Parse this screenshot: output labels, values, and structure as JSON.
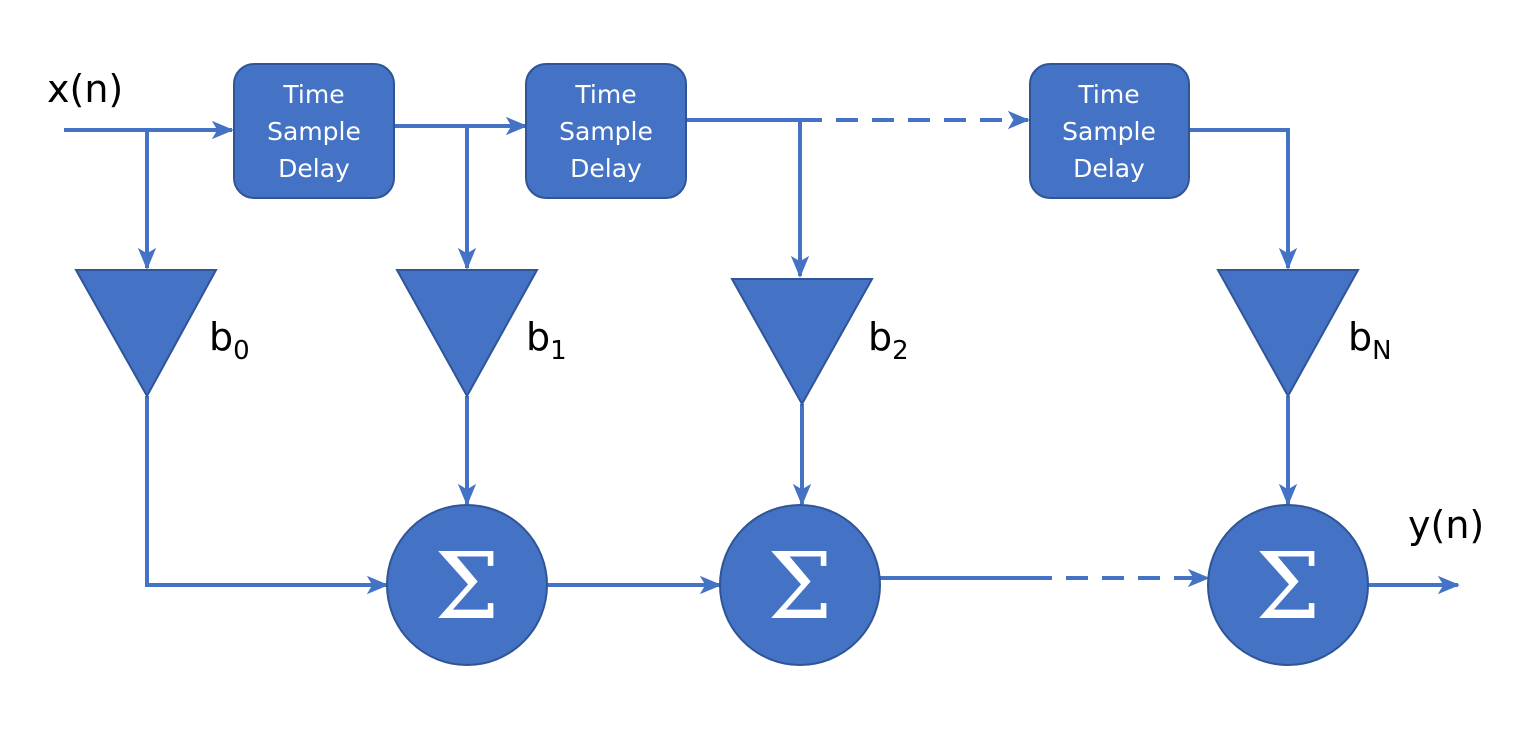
{
  "colors": {
    "accent": "#4472C4",
    "border": "#2F5597",
    "text": "#000000",
    "box_text": "#FFFFFF"
  },
  "input_label": "x(n)",
  "output_label": "y(n)",
  "delay_blocks": [
    {
      "line1": "Time",
      "line2": "Sample",
      "line3": "Delay"
    },
    {
      "line1": "Time",
      "line2": "Sample",
      "line3": "Delay"
    },
    {
      "line1": "Time",
      "line2": "Sample",
      "line3": "Delay"
    }
  ],
  "coefficients": [
    {
      "base": "b",
      "sub": "0"
    },
    {
      "base": "b",
      "sub": "1"
    },
    {
      "base": "b",
      "sub": "2"
    },
    {
      "base": "b",
      "sub": "N"
    }
  ],
  "summers": [
    {
      "symbol": "Σ"
    },
    {
      "symbol": "Σ"
    },
    {
      "symbol": "Σ"
    }
  ]
}
